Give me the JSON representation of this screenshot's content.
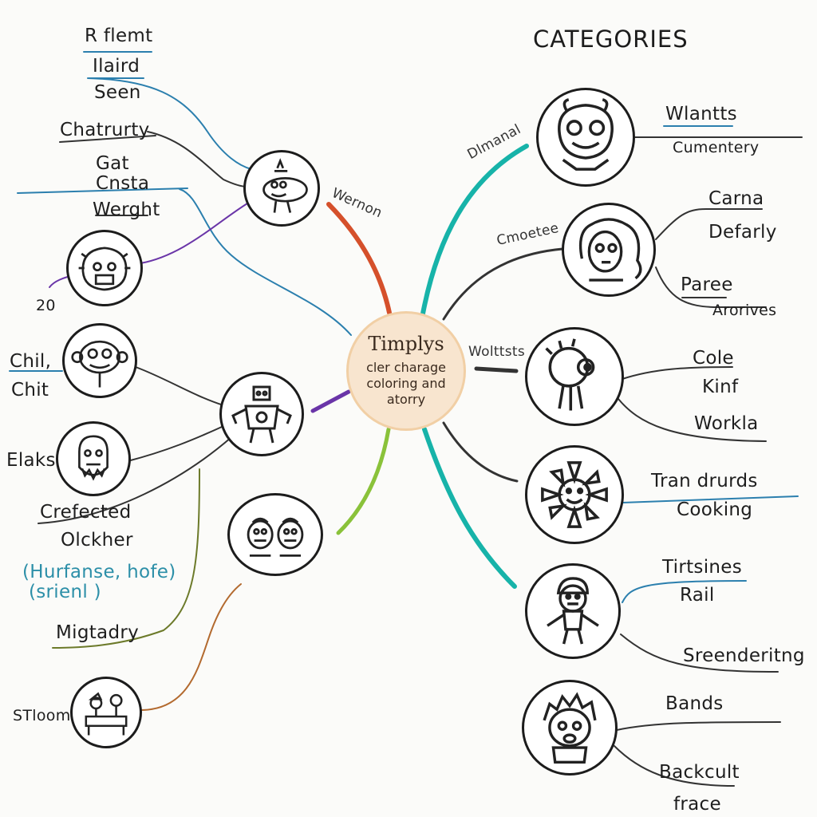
{
  "header": {
    "categories_title": "CATEGORIES"
  },
  "center": {
    "title": "Timplys",
    "subtitle": "cler charage coloring and atorry"
  },
  "branches": {
    "top_left": "Wernon",
    "top_right": "Dlmanal",
    "mid_right_upper": "Cmoetee",
    "mid_right": "Wolttsts"
  },
  "left_labels": {
    "l1": "R flemt",
    "l2": "Ilaird",
    "l3": "Seen",
    "l4": "Chatrurty",
    "l5": "Gat",
    "l6": "Cnsta",
    "l7": "Werght",
    "l8": "20",
    "l9": "Chil,",
    "l10": "Chit",
    "l11": "Elaks",
    "l12": "Crefected",
    "l13": "Olckher",
    "l14": "(Hurfanse,  hofe)",
    "l15": "(srienl )",
    "l16": "Migtadry",
    "l17": "STloom"
  },
  "right_labels": {
    "r1": "Wlantts",
    "r2": "Cumentery",
    "r3": "Carna",
    "r4": "Defarly",
    "r5": "Paree",
    "r6": "Arorives",
    "r7": "Cole",
    "r8": "Kinf",
    "r9": "Workla",
    "r10": "Tran drurds",
    "r11": "Cooking",
    "r12": "Tirtsines",
    "r13": "Rail",
    "r14": "Sreenderitng",
    "r15": "Bands",
    "r16": "Backcult",
    "r17": "frace"
  },
  "colors": {
    "teal": "#17b3a9",
    "red": "#d5502b",
    "purple": "#6a35a8",
    "lime": "#8ac23a",
    "blue": "#2b7fae",
    "olive": "#6c7a2a",
    "brown": "#b36a2f",
    "dark": "#333333"
  },
  "icons": [
    "bird-character-icon",
    "lion-face-icon",
    "monkey-face-icon",
    "robot-figure-icon",
    "bearded-man-icon",
    "twin-characters-icon",
    "kids-at-desk-icon",
    "mask-face-icon",
    "girl-curly-hair-icon",
    "fuzzy-creature-icon",
    "sunflower-face-icon",
    "boy-character-icon",
    "wild-hair-kid-icon"
  ]
}
